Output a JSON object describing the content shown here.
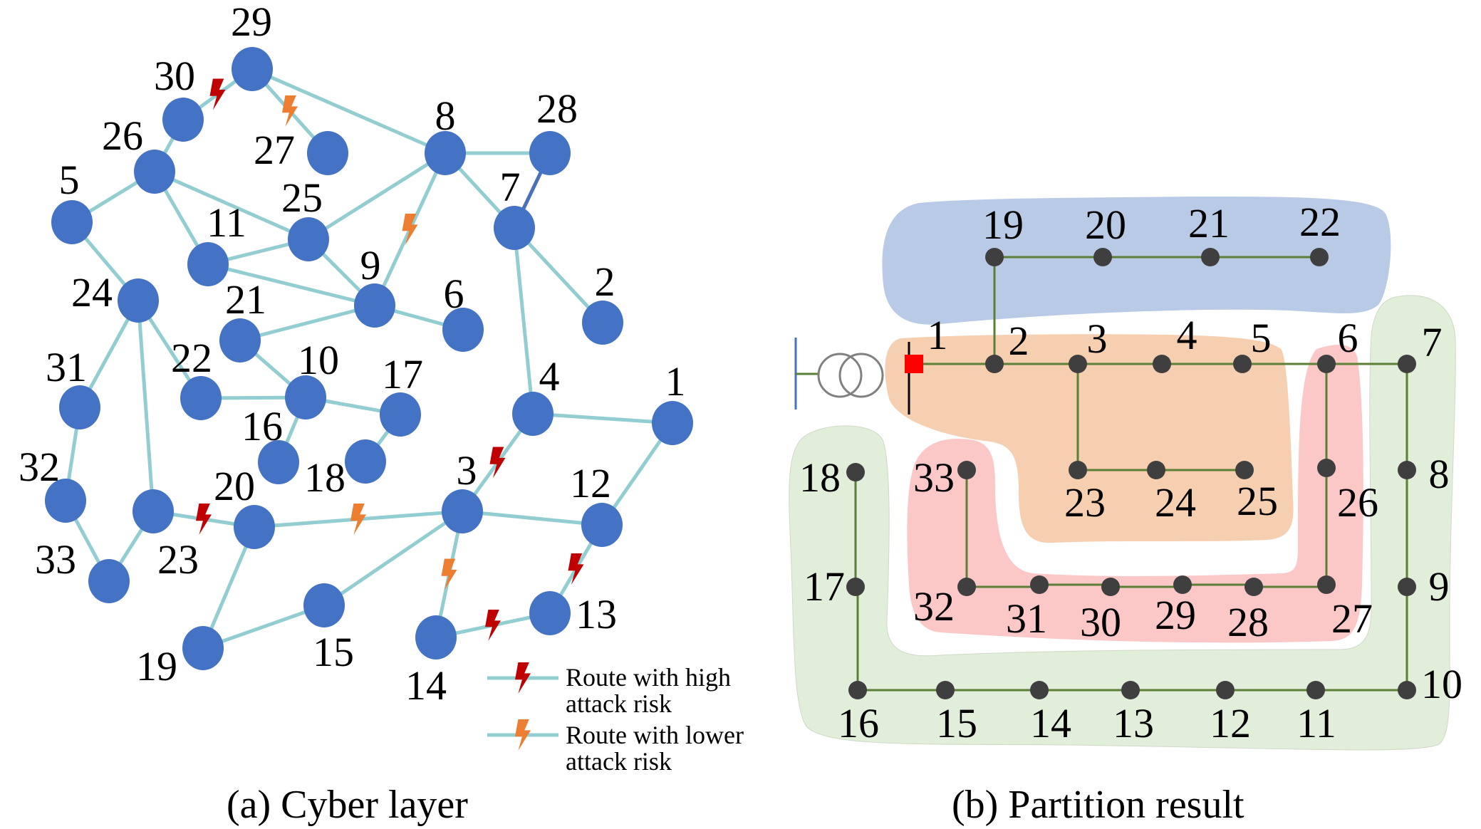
{
  "captions": {
    "left": "(a) Cyber layer",
    "right": "(b) Partition result"
  },
  "colors": {
    "cyber_node": "#4472c4",
    "cyber_edge": "#92cdd1",
    "cyber_edge_dark": "#4a6fbd",
    "high_risk": "#c00000",
    "lower_risk": "#ed7d31",
    "bus": "#3f3f3f",
    "line": "#5b7f35",
    "zone_blue": "#b8cae6",
    "zone_orange": "#f6ceb0",
    "zone_pink": "#fbc7c7",
    "zone_green": "#e1eed9",
    "source_bus": "#ff0000"
  },
  "legend": [
    {
      "line1": "Route with high",
      "line2": "attack risk",
      "risk": "high"
    },
    {
      "line1": "Route with lower",
      "line2": "attack risk",
      "risk": "lower"
    }
  ],
  "cyber_nodes": [
    "1",
    "2",
    "3",
    "4",
    "5",
    "6",
    "7",
    "8",
    "9",
    "10",
    "11",
    "12",
    "13",
    "14",
    "15",
    "16",
    "17",
    "18",
    "19",
    "20",
    "21",
    "22",
    "23",
    "24",
    "25",
    "26",
    "27",
    "28",
    "29",
    "30",
    "31",
    "32",
    "33"
  ],
  "cyber_edges": [
    {
      "from": "29",
      "to": "30",
      "risk": "high"
    },
    {
      "from": "29",
      "to": "27",
      "risk": "lower"
    },
    {
      "from": "29",
      "to": "8",
      "risk": "none"
    },
    {
      "from": "30",
      "to": "26",
      "risk": "none"
    },
    {
      "from": "26",
      "to": "5",
      "risk": "none"
    },
    {
      "from": "26",
      "to": "11",
      "risk": "none"
    },
    {
      "from": "26",
      "to": "25",
      "risk": "none"
    },
    {
      "from": "8",
      "to": "28",
      "risk": "none"
    },
    {
      "from": "8",
      "to": "7",
      "risk": "none"
    },
    {
      "from": "8",
      "to": "25",
      "risk": "none"
    },
    {
      "from": "8",
      "to": "9",
      "risk": "lower"
    },
    {
      "from": "28",
      "to": "7",
      "risk": "none",
      "dark": true
    },
    {
      "from": "7",
      "to": "2",
      "risk": "none"
    },
    {
      "from": "7",
      "to": "4",
      "risk": "none"
    },
    {
      "from": "25",
      "to": "11",
      "risk": "none"
    },
    {
      "from": "25",
      "to": "9",
      "risk": "none"
    },
    {
      "from": "11",
      "to": "9",
      "risk": "none"
    },
    {
      "from": "9",
      "to": "6",
      "risk": "none"
    },
    {
      "from": "9",
      "to": "21",
      "risk": "none"
    },
    {
      "from": "5",
      "to": "24",
      "risk": "none"
    },
    {
      "from": "24",
      "to": "31",
      "risk": "none"
    },
    {
      "from": "24",
      "to": "23",
      "risk": "none"
    },
    {
      "from": "24",
      "to": "22",
      "risk": "none"
    },
    {
      "from": "21",
      "to": "10",
      "risk": "none"
    },
    {
      "from": "22",
      "to": "10",
      "risk": "none"
    },
    {
      "from": "10",
      "to": "17",
      "risk": "none"
    },
    {
      "from": "10",
      "to": "16",
      "risk": "none"
    },
    {
      "from": "17",
      "to": "18",
      "risk": "none"
    },
    {
      "from": "31",
      "to": "32",
      "risk": "none"
    },
    {
      "from": "32",
      "to": "33",
      "risk": "none"
    },
    {
      "from": "33",
      "to": "23",
      "risk": "none"
    },
    {
      "from": "23",
      "to": "20",
      "risk": "high"
    },
    {
      "from": "20",
      "to": "3",
      "risk": "lower"
    },
    {
      "from": "20",
      "to": "19",
      "risk": "none"
    },
    {
      "from": "19",
      "to": "15",
      "risk": "none"
    },
    {
      "from": "15",
      "to": "3",
      "risk": "none"
    },
    {
      "from": "3",
      "to": "4",
      "risk": "high"
    },
    {
      "from": "3",
      "to": "12",
      "risk": "none"
    },
    {
      "from": "3",
      "to": "14",
      "risk": "lower"
    },
    {
      "from": "4",
      "to": "1",
      "risk": "none"
    },
    {
      "from": "1",
      "to": "12",
      "risk": "none"
    },
    {
      "from": "12",
      "to": "13",
      "risk": "high"
    },
    {
      "from": "13",
      "to": "14",
      "risk": "high"
    }
  ],
  "partition": {
    "zones": [
      {
        "name": "blue",
        "buses": [
          "19",
          "20",
          "21",
          "22"
        ]
      },
      {
        "name": "orange",
        "buses": [
          "1",
          "2",
          "3",
          "4",
          "5",
          "23",
          "24",
          "25"
        ]
      },
      {
        "name": "pink",
        "buses": [
          "6",
          "26",
          "27",
          "28",
          "29",
          "30",
          "31",
          "32",
          "33"
        ]
      },
      {
        "name": "green",
        "buses": [
          "7",
          "8",
          "9",
          "10",
          "11",
          "12",
          "13",
          "14",
          "15",
          "16",
          "17",
          "18"
        ]
      }
    ],
    "buses": [
      "1",
      "2",
      "3",
      "4",
      "5",
      "6",
      "7",
      "8",
      "9",
      "10",
      "11",
      "12",
      "13",
      "14",
      "15",
      "16",
      "17",
      "18",
      "19",
      "20",
      "21",
      "22",
      "23",
      "24",
      "25",
      "26",
      "27",
      "28",
      "29",
      "30",
      "31",
      "32",
      "33"
    ],
    "lines": [
      [
        "1",
        "2"
      ],
      [
        "2",
        "3"
      ],
      [
        "3",
        "4"
      ],
      [
        "4",
        "5"
      ],
      [
        "5",
        "6"
      ],
      [
        "6",
        "7"
      ],
      [
        "7",
        "8"
      ],
      [
        "8",
        "9"
      ],
      [
        "9",
        "10"
      ],
      [
        "10",
        "11"
      ],
      [
        "11",
        "12"
      ],
      [
        "12",
        "13"
      ],
      [
        "13",
        "14"
      ],
      [
        "14",
        "15"
      ],
      [
        "15",
        "16"
      ],
      [
        "16",
        "17"
      ],
      [
        "17",
        "18"
      ],
      [
        "2",
        "19"
      ],
      [
        "19",
        "20"
      ],
      [
        "20",
        "21"
      ],
      [
        "21",
        "22"
      ],
      [
        "3",
        "23"
      ],
      [
        "23",
        "24"
      ],
      [
        "24",
        "25"
      ],
      [
        "6",
        "26"
      ],
      [
        "26",
        "27"
      ],
      [
        "27",
        "28"
      ],
      [
        "28",
        "29"
      ],
      [
        "29",
        "30"
      ],
      [
        "30",
        "31"
      ],
      [
        "31",
        "32"
      ],
      [
        "32",
        "33"
      ]
    ]
  }
}
